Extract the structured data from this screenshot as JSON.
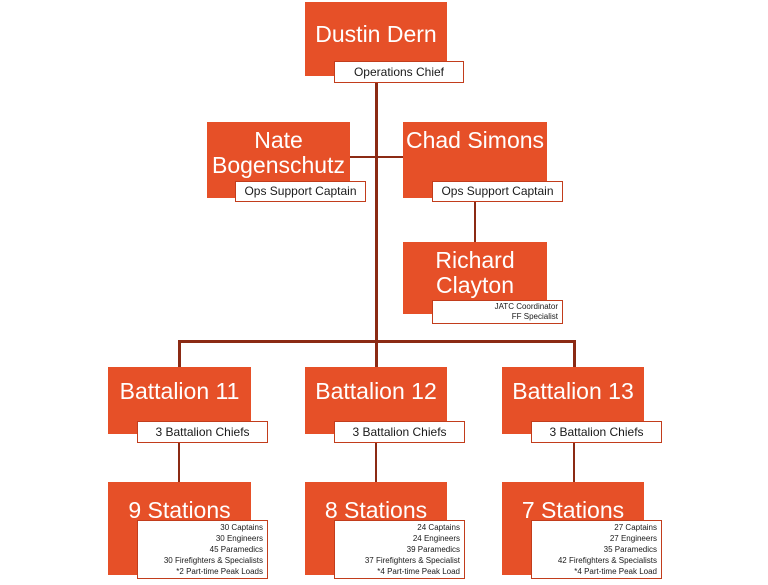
{
  "chief": {
    "name": "Dustin Dern",
    "title": "Operations Chief"
  },
  "captain_left": {
    "name_line1": "Nate",
    "name_line2": "Bogenschutz",
    "title": "Ops Support Captain"
  },
  "captain_right": {
    "name_line1": "Chad",
    "name_line2": "Simons",
    "title": "Ops Support Captain"
  },
  "coordinator": {
    "name_line1": "Richard",
    "name_line2": "Clayton",
    "title_line1": "JATC Coordinator",
    "title_line2": "FF Specialist"
  },
  "battalions": [
    {
      "name": "Battalion 11",
      "chiefs": "3 Battalion Chiefs",
      "stations": {
        "name": "9 Stations",
        "lines": [
          "30 Captains",
          "30 Engineers",
          "45 Paramedics",
          "30 Firefighters & Specialists",
          "*2 Part-time Peak Loads"
        ]
      }
    },
    {
      "name": "Battalion 12",
      "chiefs": "3 Battalion Chiefs",
      "stations": {
        "name": "8 Stations",
        "lines": [
          "24 Captains",
          "24 Engineers",
          "39 Paramedics",
          "37 Firefighters & Specialist",
          "*4 Part-time Peak Load"
        ]
      }
    },
    {
      "name": "Battalion 13",
      "chiefs": "3 Battalion Chiefs",
      "stations": {
        "name": "7 Stations",
        "lines": [
          "27 Captains",
          "27 Engineers",
          "35 Paramedics",
          "42 Firefighters & Specialists",
          "*4 Part-time Peak Load"
        ]
      }
    }
  ],
  "colors": {
    "box": "#e65028",
    "line": "#8b2a14",
    "label_bg": "#ffffff"
  }
}
